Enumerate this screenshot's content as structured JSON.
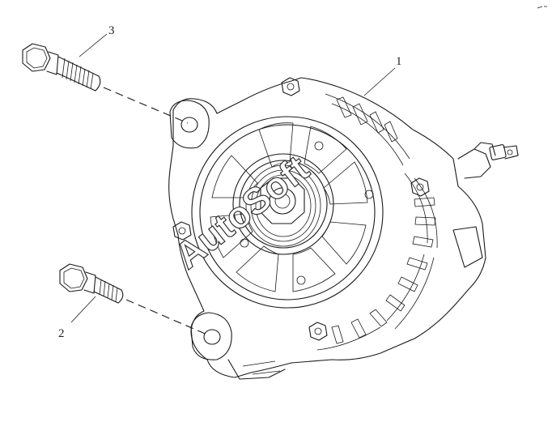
{
  "callouts": [
    {
      "id": "1",
      "label": "1"
    },
    {
      "id": "2",
      "label": "2"
    },
    {
      "id": "3",
      "label": "3"
    }
  ],
  "watermark": "AutoSoft",
  "colors": {
    "ink": "#1a1a1a",
    "background": "#ffffff"
  }
}
